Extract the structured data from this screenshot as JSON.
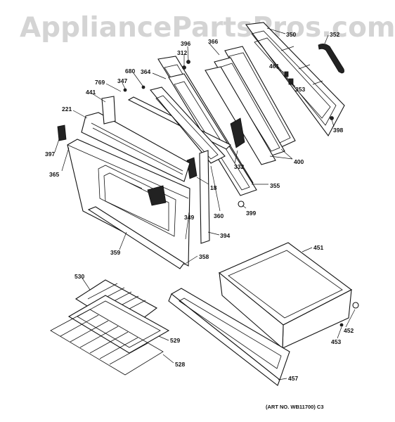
{
  "watermark": "AppliancePartsPros.com",
  "art_number": "(ART NO. WB11700) C3",
  "labels": {
    "p350": "350",
    "p352": "352",
    "p396": "396",
    "p366": "366",
    "p312": "312",
    "p680": "680",
    "p364": "364",
    "p461": "461",
    "p347": "347",
    "p769": "769",
    "p441": "441",
    "p353": "353",
    "p221": "221",
    "p398": "398",
    "p397": "397",
    "p400": "400",
    "p332": "332",
    "p365": "365",
    "p18": "18",
    "p355": "355",
    "p399": "399",
    "p349": "349",
    "p360": "360",
    "p394": "394",
    "p359": "359",
    "p358": "358",
    "p451": "451",
    "p530": "530",
    "p452": "452",
    "p453": "453",
    "p529": "529",
    "p528": "528",
    "p457": "457"
  }
}
